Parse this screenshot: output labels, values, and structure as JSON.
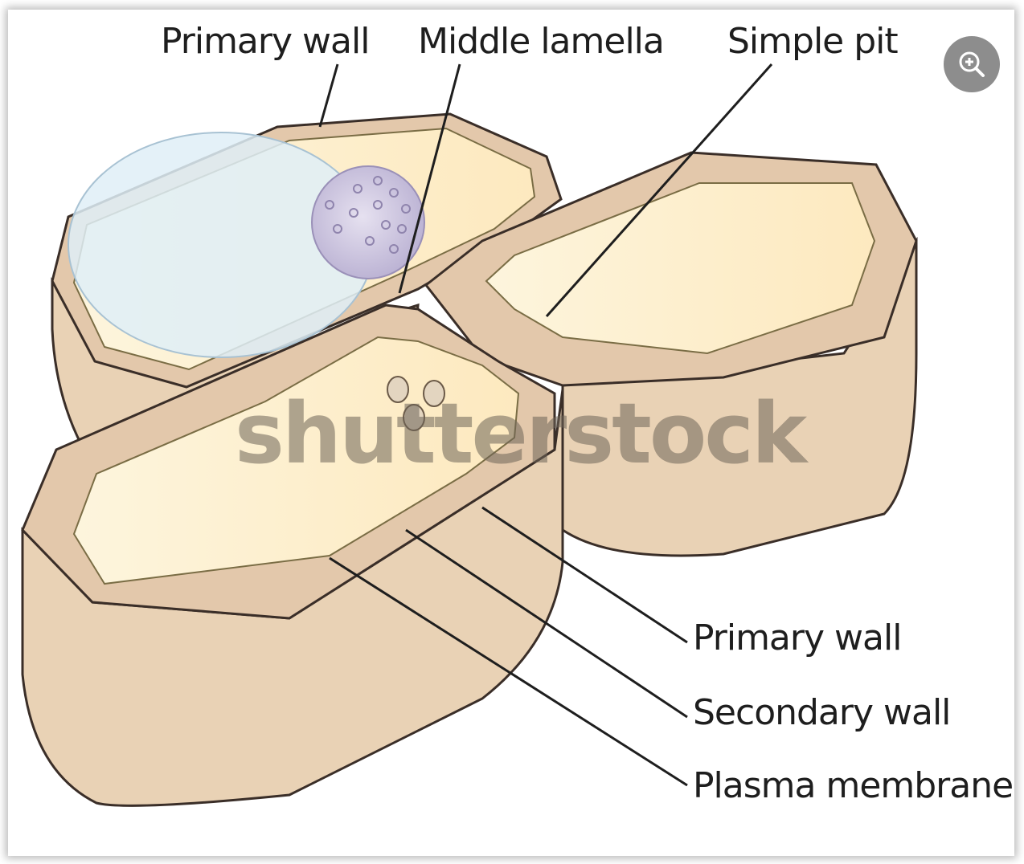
{
  "labels": {
    "top_primary_wall": "Primary wall",
    "middle_lamella": "Middle lamella",
    "simple_pit": "Simple pit",
    "primary_wall": "Primary wall",
    "secondary_wall": "Secondary wall",
    "plasma_membrane": "Plasma membrane"
  },
  "watermark": "shutterstock",
  "zoom_button": {
    "icon": "zoom-in-icon"
  },
  "colors": {
    "cell_side": "#e9d2b5",
    "wall": "#e3c8ab",
    "cytoplasm": "#fdf0cf",
    "outline": "#3a2e28",
    "nucleus": "#c9c2dc",
    "vacuole": "#dfeef7"
  }
}
